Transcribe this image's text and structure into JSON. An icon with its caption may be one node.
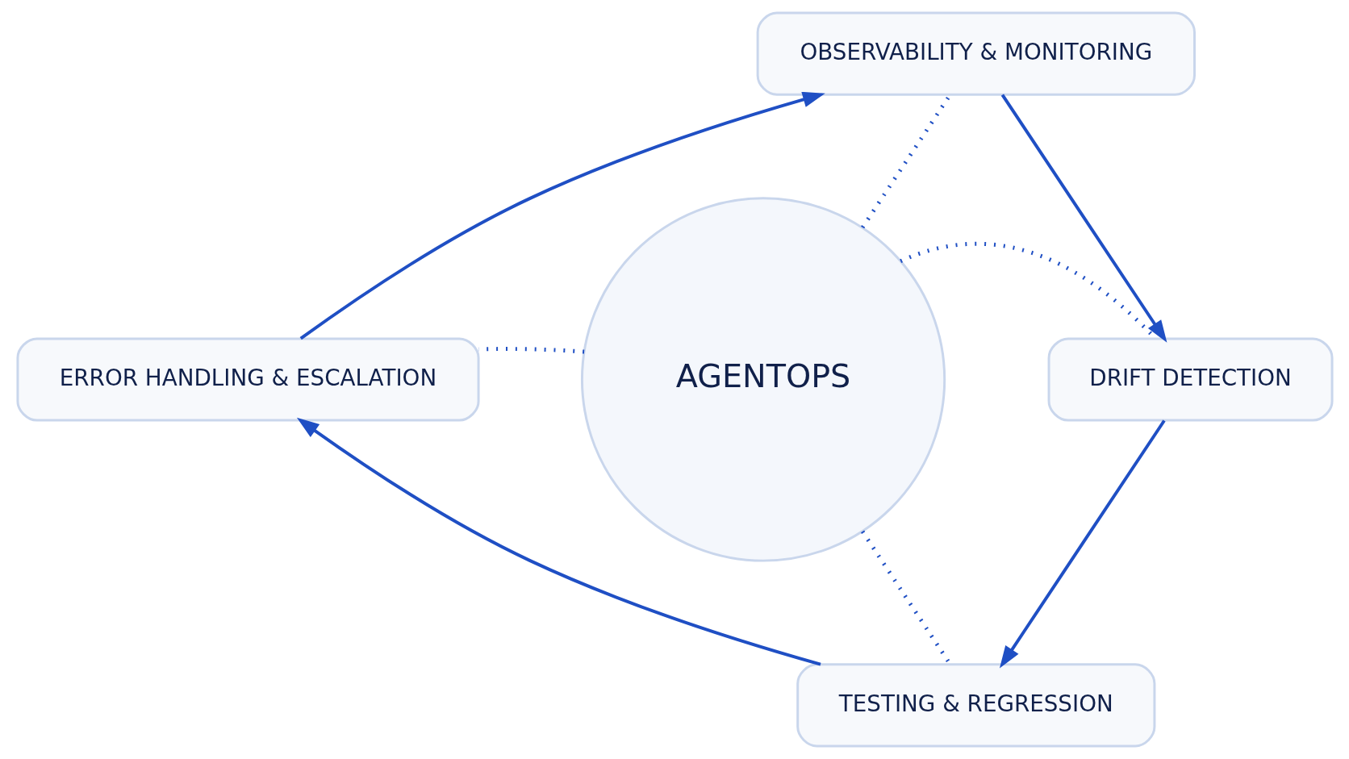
{
  "diagram": {
    "nodes": [
      {
        "text": [
          "OBSERVABILITY & MONITORING"
        ]
      },
      {
        "text": [
          "DRIFT DETECTION"
        ]
      },
      {
        "text": [
          "TESTING & REGRESSION"
        ]
      },
      {
        "text": [
          "ERROR HANDLING & ESCALATION"
        ]
      },
      {
        "text": [
          "AGENTOPS"
        ]
      }
    ],
    "edges": [
      {
        "from": 0,
        "to": 1,
        "arrow": "to"
      },
      {
        "from": 1,
        "to": 2,
        "arrow": "to"
      },
      {
        "from": 2,
        "to": 3,
        "arrow": "to"
      },
      {
        "from": 3,
        "to": 0,
        "arrow": "to"
      },
      {
        "from": 4,
        "to": 0,
        "arrow": "none",
        "style": "dashed"
      },
      {
        "from": 4,
        "to": 1,
        "arrow": "none",
        "style": "dashed"
      },
      {
        "from": 4,
        "to": 2,
        "arrow": "none",
        "style": "dashed"
      },
      {
        "from": 4,
        "to": 3,
        "arrow": "none",
        "style": "dashed"
      }
    ]
  }
}
